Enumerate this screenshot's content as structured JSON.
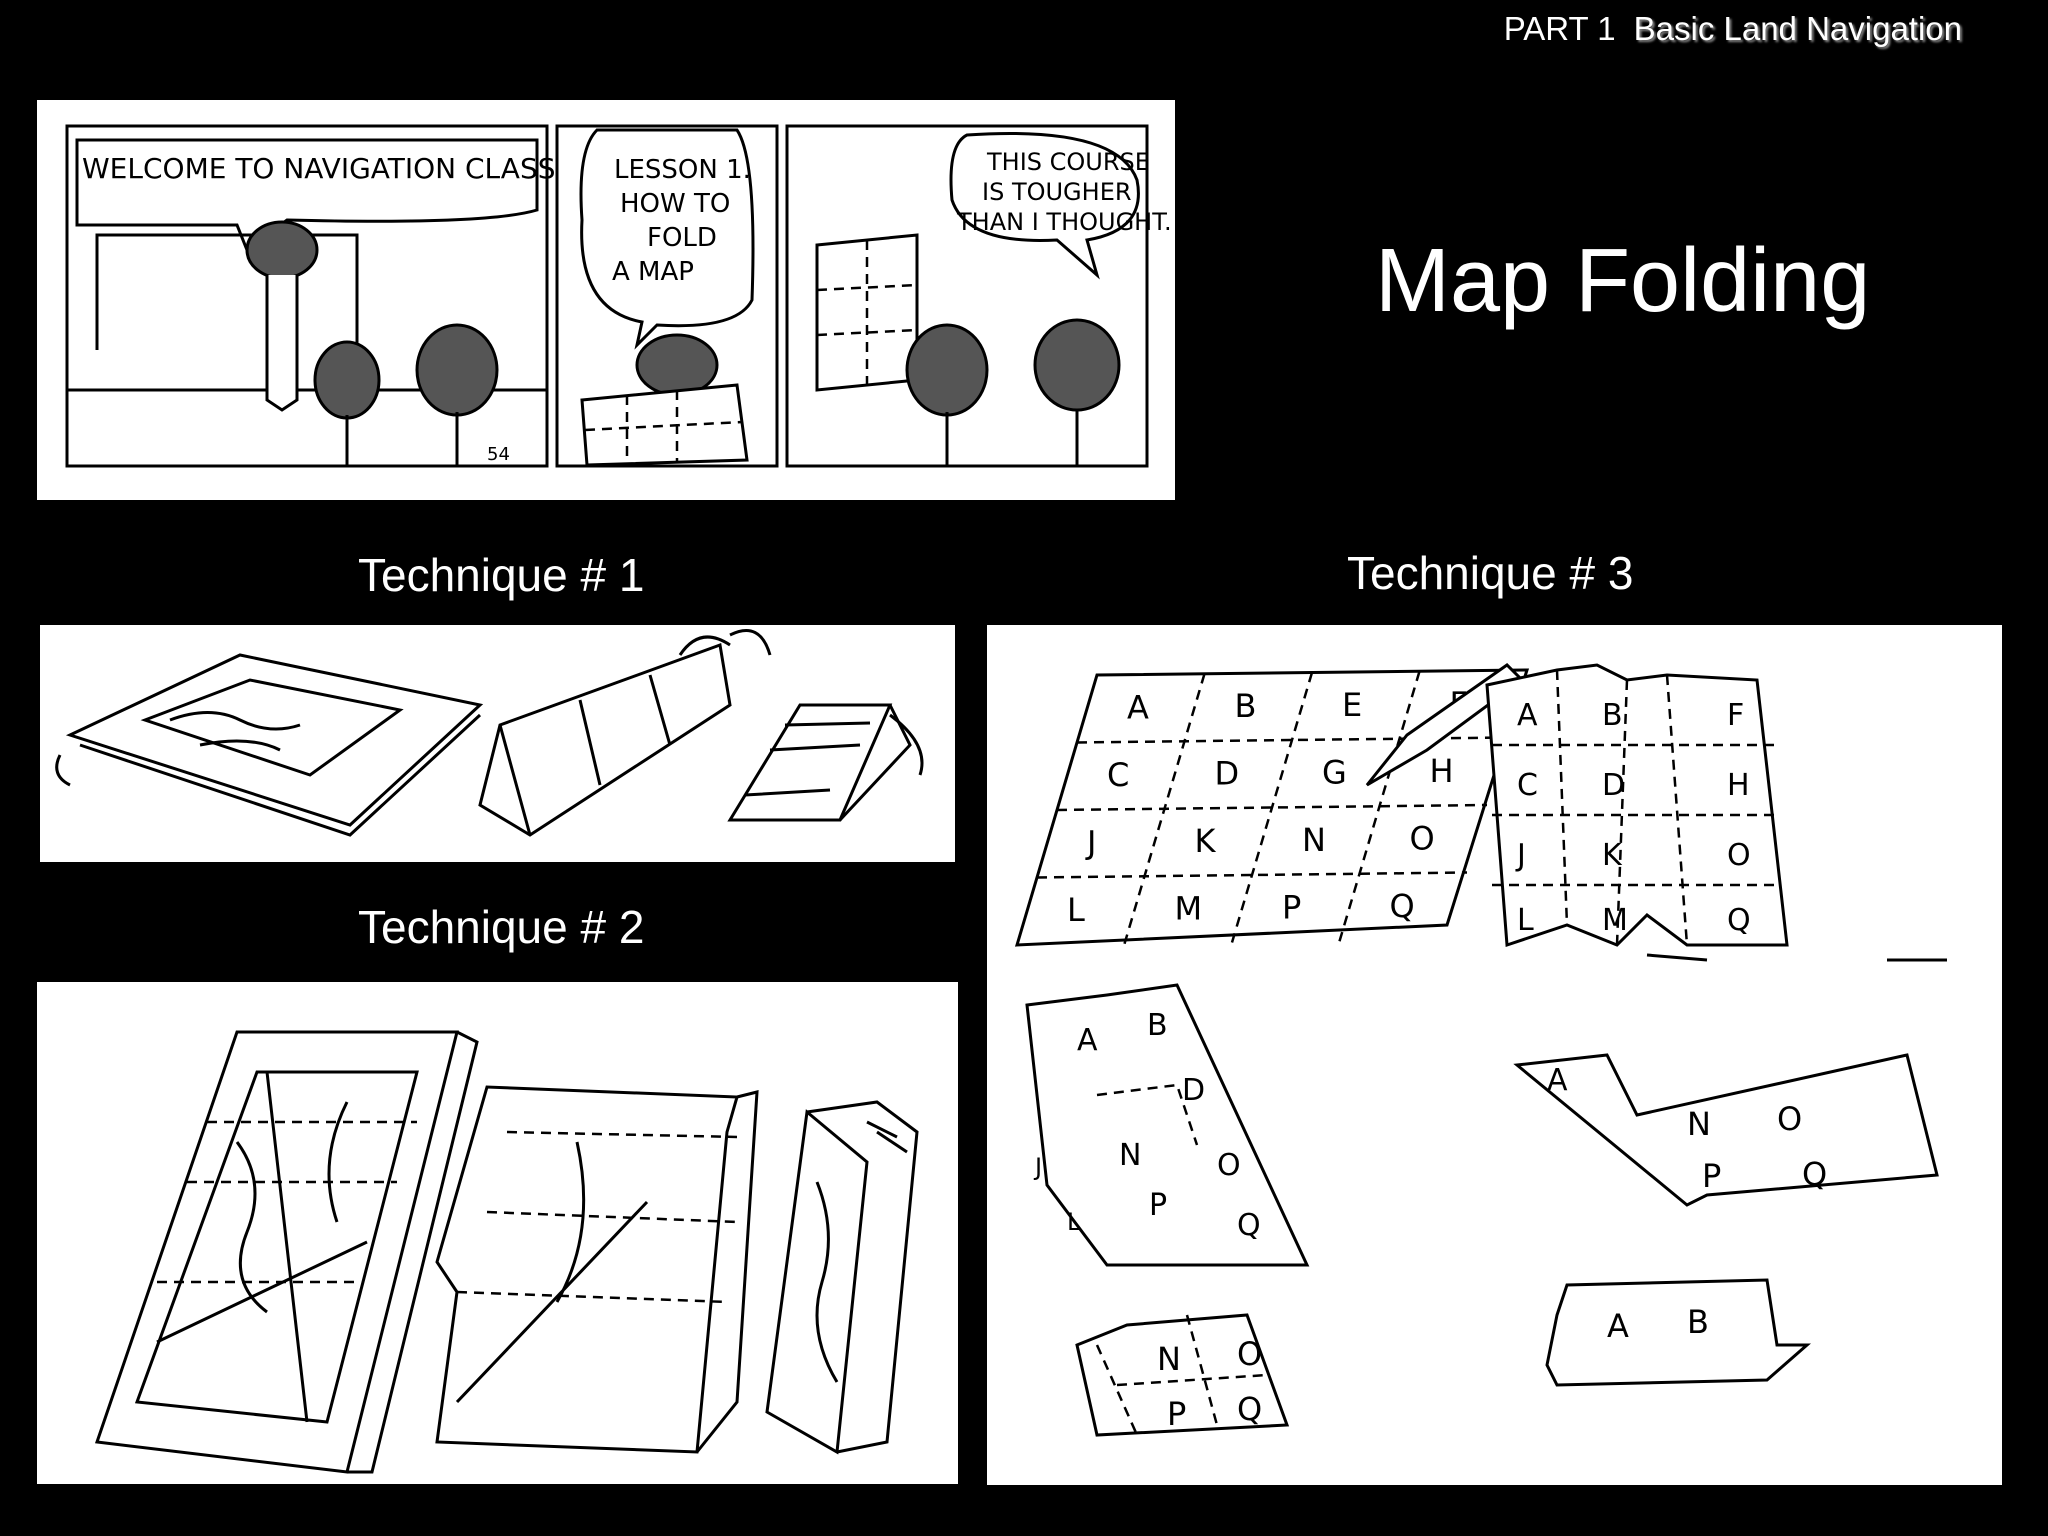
{
  "header": {
    "part": "PART 1",
    "section": "Basic Land Navigation"
  },
  "title": "Map Folding",
  "comic": {
    "panel1": "WELCOME TO NAVIGATION CLASS",
    "panel2": [
      "LESSON 1.",
      "HOW TO",
      "FOLD",
      "A MAP"
    ],
    "panel3": [
      "THIS COURSE",
      "IS TOUGHER",
      "THAN I THOUGHT."
    ],
    "number": "54"
  },
  "techniques": {
    "t1": "Technique # 1",
    "t2": "Technique # 2",
    "t3": "Technique # 3"
  },
  "t3_letters": {
    "grid": [
      [
        "A",
        "B",
        "E",
        "F"
      ],
      [
        "C",
        "D",
        "G",
        "H"
      ],
      [
        "J",
        "K",
        "N",
        "O"
      ],
      [
        "L",
        "M",
        "P",
        "Q"
      ]
    ],
    "accordion": [
      [
        "A",
        "B",
        "F"
      ],
      [
        "C",
        "D",
        "H"
      ],
      [
        "J",
        "K",
        "O"
      ],
      [
        "L",
        "M",
        "Q"
      ]
    ]
  },
  "colors": {
    "background": "#000000",
    "text": "#ffffff",
    "panel": "#ffffff"
  }
}
